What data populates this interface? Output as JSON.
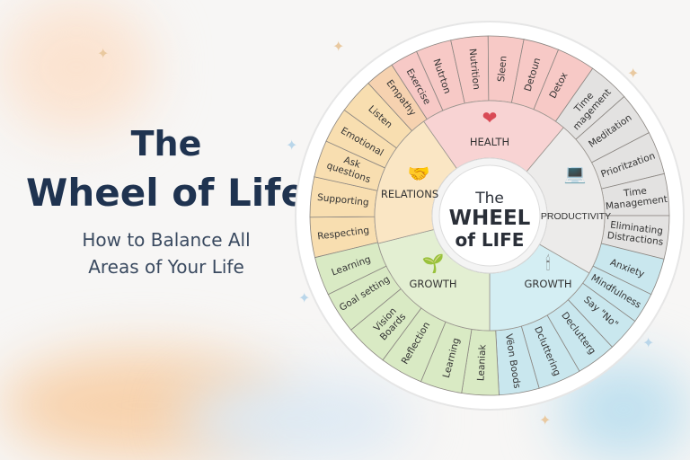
{
  "title_line1": "The",
  "title_line2": "Wheel of Life",
  "subtitle_line1": "How to Balance All",
  "subtitle_line2": "Areas of Your Life",
  "center": {
    "line1": "The",
    "line2": "WHEEL",
    "line3": "of LIFE"
  },
  "sectors": [
    {
      "label": "HEALTH",
      "icon": "heart-icon",
      "color": "#f8d3d3"
    },
    {
      "label": "PRODUCTIVITY",
      "icon": "laptop-icon",
      "color": "#ecebea"
    },
    {
      "label": "GROWTH",
      "icon": "candle-icon",
      "color": "#d4eef3"
    },
    {
      "label": "GROWTH",
      "icon": "sprout-icon",
      "color": "#e3efd2"
    },
    {
      "label": "RELATIONS",
      "icon": "handshake-icon",
      "color": "#fae6c4"
    }
  ],
  "segment_colors": {
    "relations": "#f8deb0",
    "empathy": "#f6d2b0",
    "health": "#f7c9c6",
    "productivity": "#e3e2e1",
    "growth_blue": "#c9e7ee",
    "growth_green": "#d9eac4"
  },
  "segments": [
    "Respecting",
    "Supporting",
    "Ask questions",
    "Emotional",
    "Listen",
    "Empathy",
    "Exercise",
    "Nutrton",
    "Nutrition",
    "Sleen",
    "Detoun",
    "Detox",
    "Time magement",
    "Meditation",
    "Prioritzation",
    "Time Management",
    "Eliminating Distractions",
    "Anxiety",
    "Mindfulness",
    "Say \"No\"",
    "Declutterg",
    "Dcluttering",
    "Vëon Boods",
    "Leaniak",
    "Learning",
    "Reflection",
    "Vision Boards",
    "Goal setting",
    "Learning"
  ]
}
